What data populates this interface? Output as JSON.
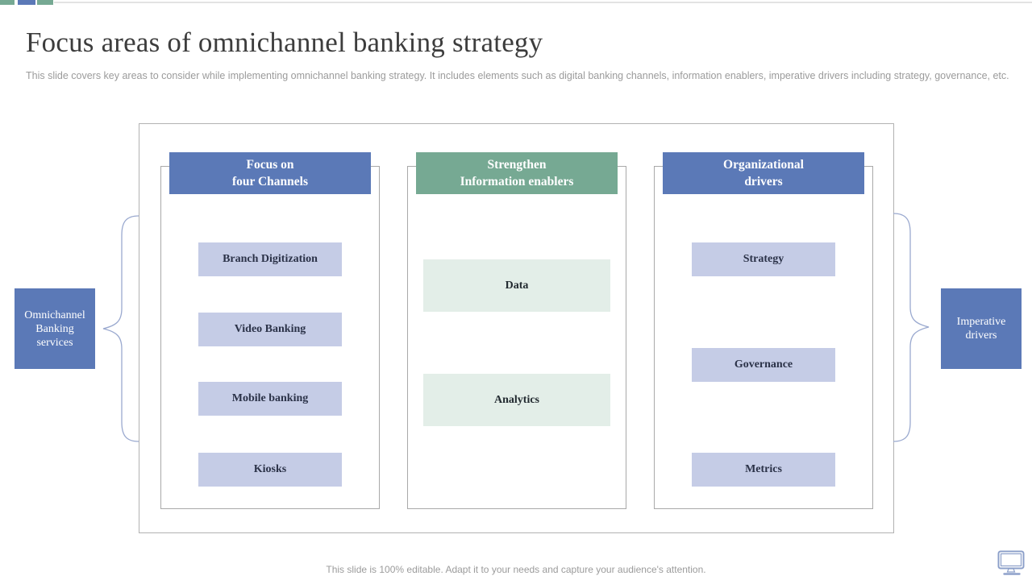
{
  "slide": {
    "title": "Focus areas of omnichannel banking strategy",
    "subtitle": "This slide covers key areas to consider while implementing omnichannel banking strategy. It includes elements such as digital banking channels, information enablers, imperative drivers including strategy, governance, etc.",
    "footer": "This slide is 100% editable. Adapt it to your needs and capture your audience's attention."
  },
  "diagram": {
    "left_label": "Omnichannel\nBanking\nservices",
    "right_label": "Imperative\ndrivers",
    "columns": [
      {
        "header": "Focus on\nfour Channels",
        "header_color": "#5b79b7",
        "items": [
          "Branch Digitization",
          "Video Banking",
          "Mobile banking",
          "Kiosks"
        ]
      },
      {
        "header": "Strengthen\nInformation enablers",
        "header_color": "#76a993",
        "items": [
          "Data",
          "Analytics"
        ]
      },
      {
        "header": "Organizational\ndrivers",
        "header_color": "#5b79b7",
        "items": [
          "Strategy",
          "Governance",
          "Metrics"
        ]
      }
    ]
  },
  "colors": {
    "accent_blue": "#5b79b7",
    "accent_green": "#76a993",
    "item_lavender": "#c5cce6",
    "item_pale_green": "#e3eee8",
    "outline_gray": "#a9a9a9",
    "line_blue": "#9aa9cf",
    "title_text": "#3d3d3d",
    "muted_text": "#9b9b9b"
  },
  "icons": {
    "bottom_right": "monitor-icon"
  }
}
